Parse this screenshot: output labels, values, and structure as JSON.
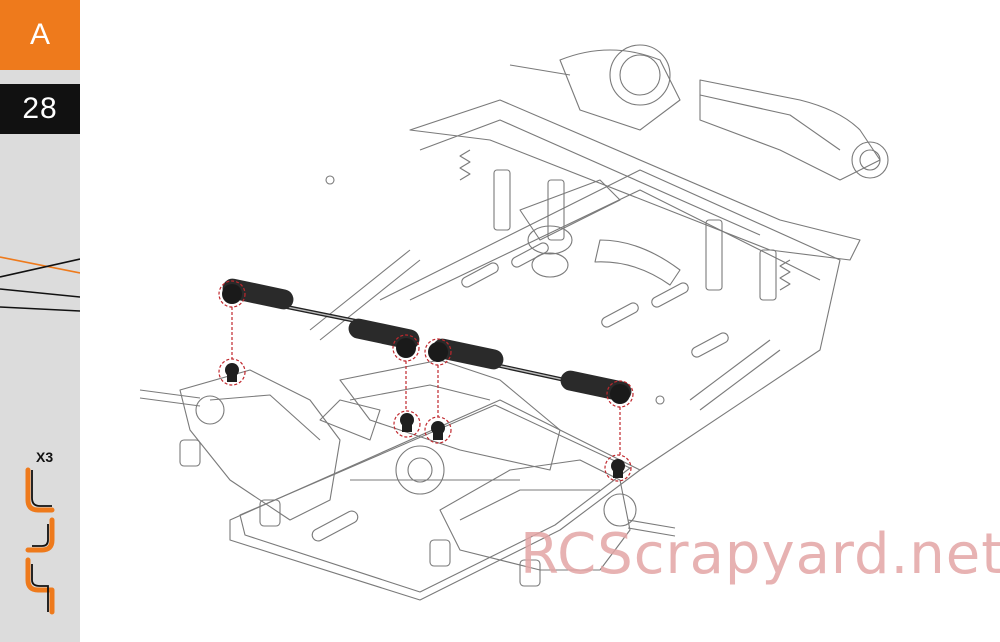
{
  "page": {
    "section_letter": "A",
    "step_number": "28",
    "watermark": "RCScrapyard.net",
    "brand_logo_text": "X3",
    "colors": {
      "section_tab": "#ee7a1c",
      "step_box": "#111111",
      "sidebar": "#dcdcdc",
      "accent_line": "#ee7a1c",
      "callout_circle": "#c0272d",
      "watermark": "#e3a5a5"
    }
  }
}
